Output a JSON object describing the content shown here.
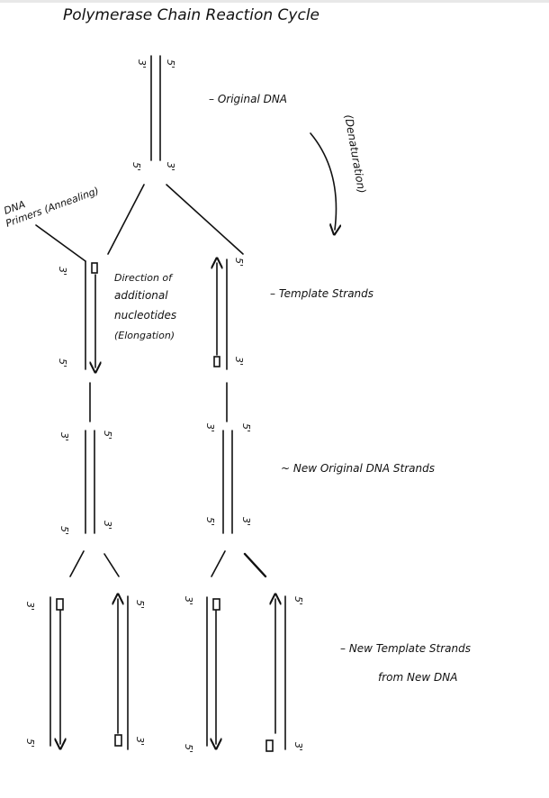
{
  "title": "Polymerase Chain Reaction Cycle",
  "labels": {
    "original_dna": "– Original DNA",
    "denaturation": "(Denaturation)",
    "primers_line1": "DNA",
    "primers_line2": "Primers (Annealing)",
    "direction_1": "Direction of",
    "direction_2": "additional",
    "direction_3": "nucleotides",
    "direction_4": "(Elongation)",
    "template_strands": "– Template Strands",
    "new_original": "~ New Original DNA Strands",
    "new_template_1": "– New Template Strands",
    "new_template_2": "from New DNA"
  },
  "ends": {
    "five": "5'",
    "three": "3'"
  }
}
